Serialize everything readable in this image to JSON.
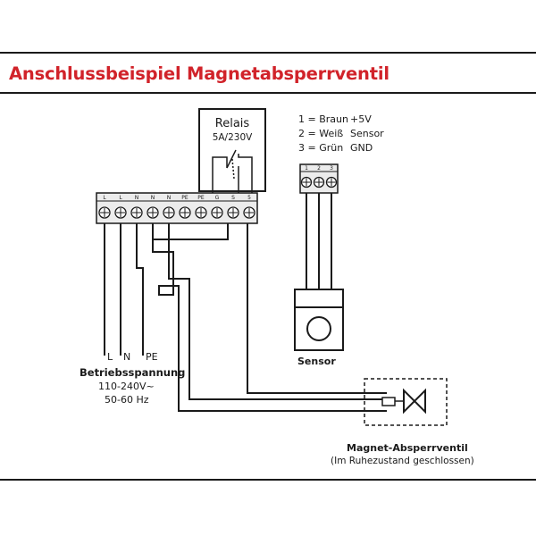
{
  "title": "Anschlussbeispiel Magnetabsperrventil",
  "relay": {
    "name": "Relais",
    "rating": "5A/230V"
  },
  "wire_legend": [
    {
      "code": "1 = Braun",
      "function": "+5V"
    },
    {
      "code": "2 = Weiß",
      "function": "Sensor"
    },
    {
      "code": "3 = Grün",
      "function": "GND"
    }
  ],
  "terminal_labels": [
    "L",
    "L",
    "N",
    "N",
    "N",
    "PE",
    "PE",
    "G",
    "S",
    "5"
  ],
  "sensor_terminal_labels": [
    "1",
    "2",
    "3"
  ],
  "supply": {
    "wires": [
      "L",
      "N",
      "PE"
    ],
    "name": "Betriebsspannung",
    "voltage": "110-240V~",
    "frequency": "50-60 Hz"
  },
  "sensor_label": "Sensor",
  "valve": {
    "name": "Magnet-Absperrventil",
    "note": "(Im Ruhezustand geschlossen)"
  },
  "colors": {
    "title": "#d1232a",
    "line": "#1a1a1a",
    "terminal_fill": "#ececec"
  }
}
